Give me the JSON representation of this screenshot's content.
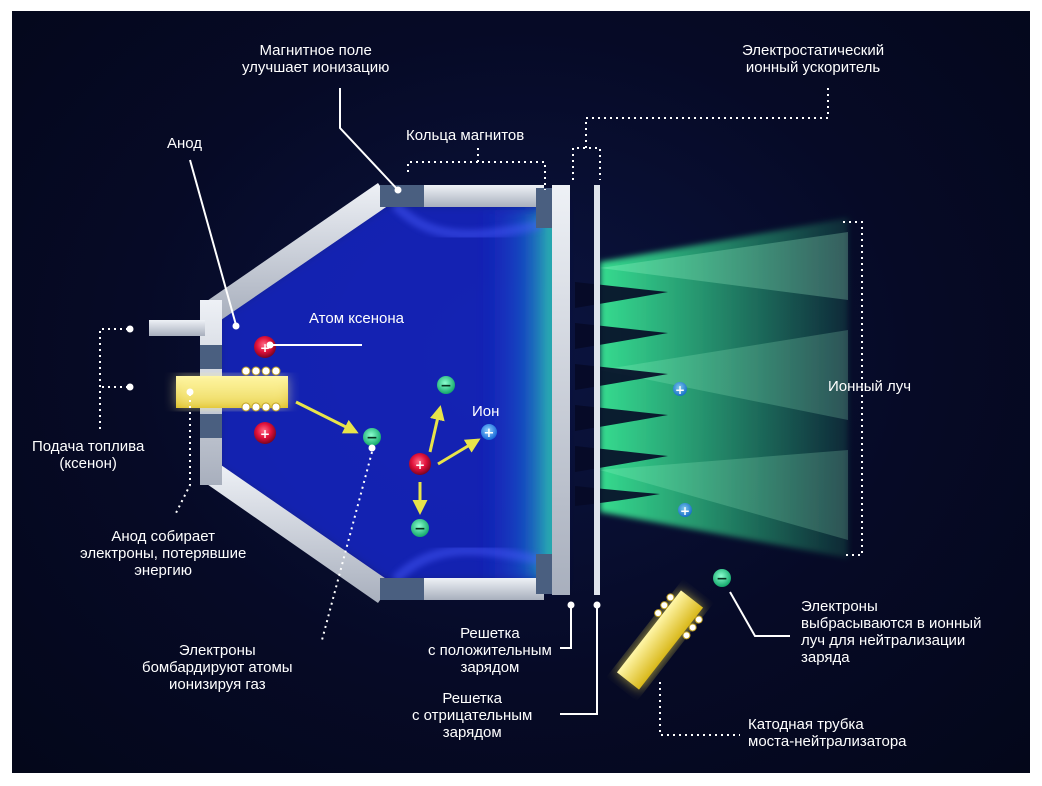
{
  "labels": {
    "magnetic_field": "Магнитное поле\nулучшает ионизацию",
    "electrostatic": "Электростатический\nионный ускоритель",
    "magnet_rings": "Кольца магнитов",
    "anode": "Анод",
    "xenon_atom": "Атом ксенона",
    "ion": "Ион",
    "ion_beam": "Ионный луч",
    "fuel_supply": "Подача топлива\n(ксенон)",
    "anode_collects": "Анод собирает\nэлектроны, потерявшие\nэнергию",
    "electrons_bombard": "Электроны\nбомбардируют атомы\nионизируя газ",
    "positive_grid": "Решетка\nс положительным\nзарядом",
    "negative_grid": "Решетка\nс отрицательным\nзарядом",
    "electrons_ejected": "Электроны\nвыбрасываются в ионный\nлуч для нейтрализации\nзаряда",
    "cathode_tube": "Катодная трубка\nмоста-нейтрализатора"
  },
  "symbols": {
    "minus": "−",
    "plus": "+"
  },
  "colors": {
    "background": "#060a26",
    "chamber": "#1a2ad8",
    "beam": "#3dff9e",
    "wall": "#c9cfda",
    "electron": "#2fd48a",
    "ion": "#1f8ef0",
    "atom": "#e0103a",
    "arrow": "#e8e44a",
    "cathode": "#f4e04a"
  }
}
